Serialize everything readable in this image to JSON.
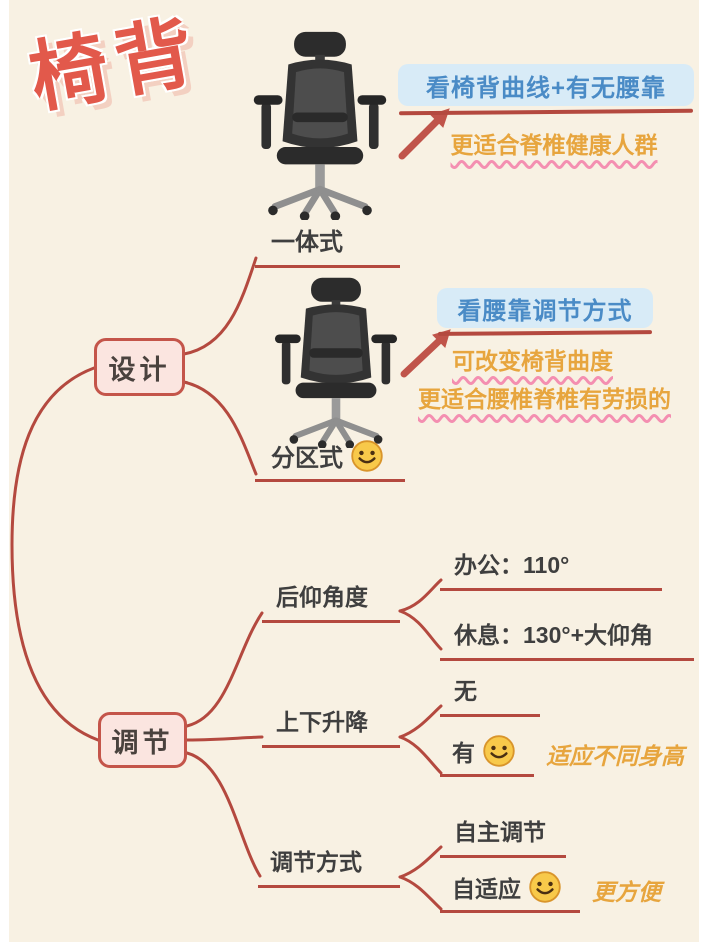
{
  "page": {
    "title": "椅背"
  },
  "mindmap": {
    "design": {
      "label": "设计",
      "integrated": {
        "label": "一体式"
      },
      "zoned": {
        "label": "分区式"
      }
    },
    "adjust": {
      "label": "调节",
      "recline": {
        "label": "后仰角度",
        "office": "办公：110°",
        "rest": "休息：130°+大仰角"
      },
      "lift": {
        "label": "上下升降",
        "none": "无",
        "has": "有",
        "annotation": "适应不同身高"
      },
      "method": {
        "label": "调节方式",
        "manual": "自主调节",
        "adaptive": "自适应",
        "annotation": "更方便"
      }
    }
  },
  "callouts": {
    "integrated": {
      "heading": "看椅背曲线+有无腰靠",
      "note": "更适合脊椎健康人群"
    },
    "zoned": {
      "heading": "看腰靠调节方式",
      "note1": "可改变椅背曲度",
      "note2": "更适合腰椎脊椎有劳损的"
    }
  },
  "icons": {
    "smiley": "smiley-face-icon",
    "chair": "office-chair-image",
    "arrow": "brush-arrow-icon"
  },
  "colors": {
    "background": "#f8f1e3",
    "line": "#b4493f",
    "node_fill": "#fbe5e0",
    "node_border": "#c4554a",
    "heading_blue": "#4a8bc6",
    "heading_blue_bg": "#d8ebf7",
    "accent_orange": "#e7a53e",
    "wavy_pink": "#f48fb1",
    "title_red": "#e2594b"
  }
}
